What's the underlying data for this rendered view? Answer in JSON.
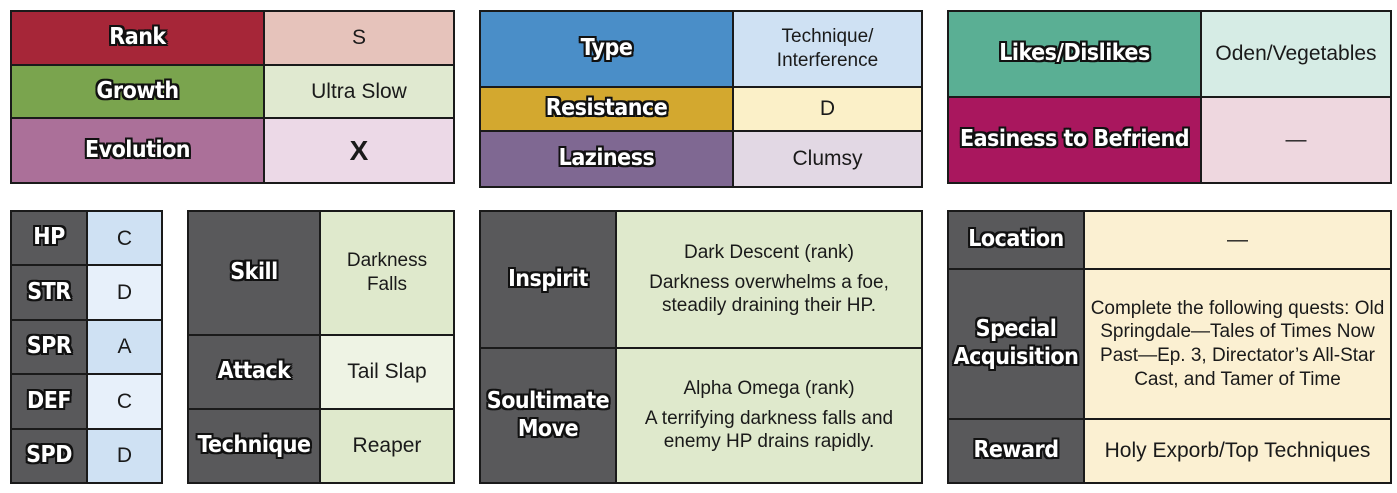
{
  "profile": {
    "rank_label": "Rank",
    "rank_value": "S",
    "growth_label": "Growth",
    "growth_value": "Ultra Slow",
    "evolution_label": "Evolution",
    "evolution_value": "X"
  },
  "traits": {
    "type_label": "Type",
    "type_value": "Technique/ Interference",
    "resistance_label": "Resistance",
    "resistance_value": "D",
    "laziness_label": "Laziness",
    "laziness_value": "Clumsy"
  },
  "social": {
    "likes_label": "Likes/Dislikes",
    "likes_value": "Oden/Vegetables",
    "befriend_label": "Easiness to Befriend",
    "befriend_value": "—"
  },
  "stats": [
    {
      "label": "HP",
      "value": "C"
    },
    {
      "label": "STR",
      "value": "D"
    },
    {
      "label": "SPR",
      "value": "A"
    },
    {
      "label": "DEF",
      "value": "C"
    },
    {
      "label": "SPD",
      "value": "D"
    }
  ],
  "moves": [
    {
      "label": "Skill",
      "value": "Darkness Falls"
    },
    {
      "label": "Attack",
      "value": "Tail Slap"
    },
    {
      "label": "Technique",
      "value": "Reaper"
    }
  ],
  "abilities": {
    "inspirit_label": "Inspirit",
    "inspirit_name": "Dark Descent (rank)",
    "inspirit_desc": "Darkness overwhelms a foe, steadily draining their HP.",
    "soultimate_label": "Soultimate Move",
    "soultimate_name": "Alpha Omega (rank)",
    "soultimate_desc": "A terrifying darkness falls and enemy HP drains rapidly."
  },
  "acquisition": {
    "location_label": "Location",
    "location_value": "—",
    "special_label": "Special Acquisition",
    "special_value": "Complete the following quests: Old Springdale—Tales of Times Now Past—Ep. 3, Directator’s All-Star Cast, and Tamer of Time",
    "reward_label": "Reward",
    "reward_value": "Holy Exporb/Top Techniques"
  },
  "colors": {
    "rank": "#a62638",
    "rank_value": "#e6c3bb",
    "growth": "#7aa44e",
    "growth_value": "#e0e9d0",
    "evolution": "#ab7099",
    "evolution_value": "#ecd9e7",
    "type": "#4a8ec8",
    "type_value": "#cfe1f3",
    "resistance": "#d3a82f",
    "resistance_value": "#fbf0c8",
    "laziness": "#7f6892",
    "laziness_value": "#e2d8e4",
    "likes": "#5aaf94",
    "likes_value": "#d6ece5",
    "befriend": "#a9175e",
    "befriend_value": "#eed7df",
    "label_gray": "#59595b",
    "stat_value_a": "#cfe1f3",
    "stat_value_b": "#e7f0fa",
    "move_value_a": "#dfe9cc",
    "move_value_b": "#eef3e4",
    "ability_value": "#dfe9cc",
    "acquisition_value": "#fbf0d2"
  }
}
